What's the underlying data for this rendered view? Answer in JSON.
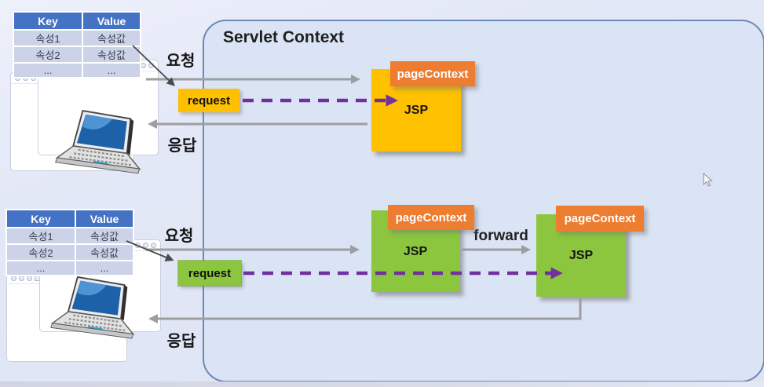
{
  "slide": {
    "container_title": "Servlet Context"
  },
  "tables": {
    "top": {
      "headers": [
        "Key",
        "Value"
      ],
      "rows": [
        [
          "속성1",
          "속성값"
        ],
        [
          "속성2",
          "속성값"
        ],
        [
          "...",
          "..."
        ]
      ]
    },
    "bottom": {
      "headers": [
        "Key",
        "Value"
      ],
      "rows": [
        [
          "속성1",
          "속성값"
        ],
        [
          "속성2",
          "속성값"
        ],
        [
          "...",
          "..."
        ]
      ]
    }
  },
  "flow_top": {
    "request_label": "요청",
    "response_label": "응답",
    "request_box_label": "request",
    "jsp_label": "JSP",
    "page_context_label": "pageContext"
  },
  "flow_bottom": {
    "request_label": "요청",
    "response_label": "응답",
    "request_box_label": "request",
    "forward_label": "forward",
    "jsp1_label": "JSP",
    "jsp2_label": "JSP",
    "page_context1_label": "pageContext",
    "page_context2_label": "pageContext"
  },
  "colors": {
    "table_header_bg": "#4472C4",
    "table_row_bg": "#CCD3E8",
    "jsp_yellow": "#FFC000",
    "jsp_green": "#8CC63F",
    "page_context_orange": "#ED7D31",
    "request_dash_purple": "#7030A0",
    "arrow_gray": "#9E9EA2",
    "container_border_blue": "#6E89B6",
    "container_fill": "#DBE4F4",
    "background": "#DDE3F4"
  }
}
